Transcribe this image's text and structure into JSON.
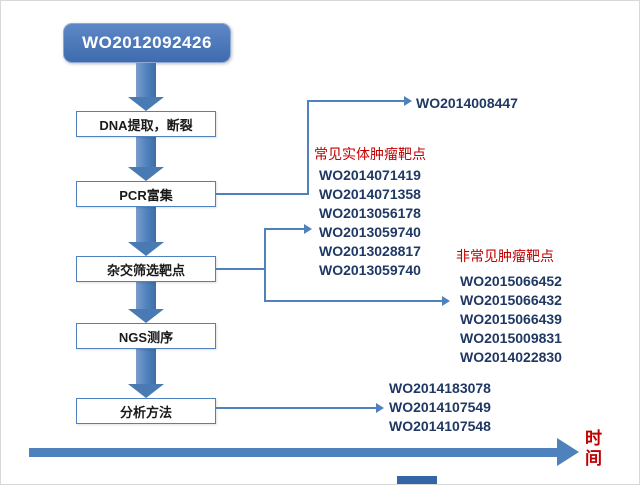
{
  "root": {
    "label": "WO2012092426"
  },
  "steps": [
    {
      "label": "DNA提取，断裂"
    },
    {
      "label": "PCR富集"
    },
    {
      "label": "杂交筛选靶点"
    },
    {
      "label": "NGS测序"
    },
    {
      "label": "分析方法"
    }
  ],
  "single_patent": "WO2014008447",
  "groups": [
    {
      "heading": "常见实体肿瘤靶点",
      "items": [
        "WO2014071419",
        "WO2014071358",
        "WO2013056178",
        "WO2013059740",
        "WO2013028817",
        "WO2013059740"
      ]
    },
    {
      "heading": "非常见肿瘤靶点",
      "items": [
        "WO2015066452",
        "WO2015066432",
        "WO2015066439",
        "WO2015009831",
        "WO2014022830"
      ]
    },
    {
      "heading": "",
      "items": [
        "WO2014183078",
        "WO2014107549",
        "WO2014107548"
      ]
    }
  ],
  "timeline": {
    "label": "时间"
  },
  "colors": {
    "accent_blue": "#4f81bd",
    "title_box_blue": "#4472c4",
    "heading_red": "#c00000",
    "patent_text": "#1f3864"
  }
}
